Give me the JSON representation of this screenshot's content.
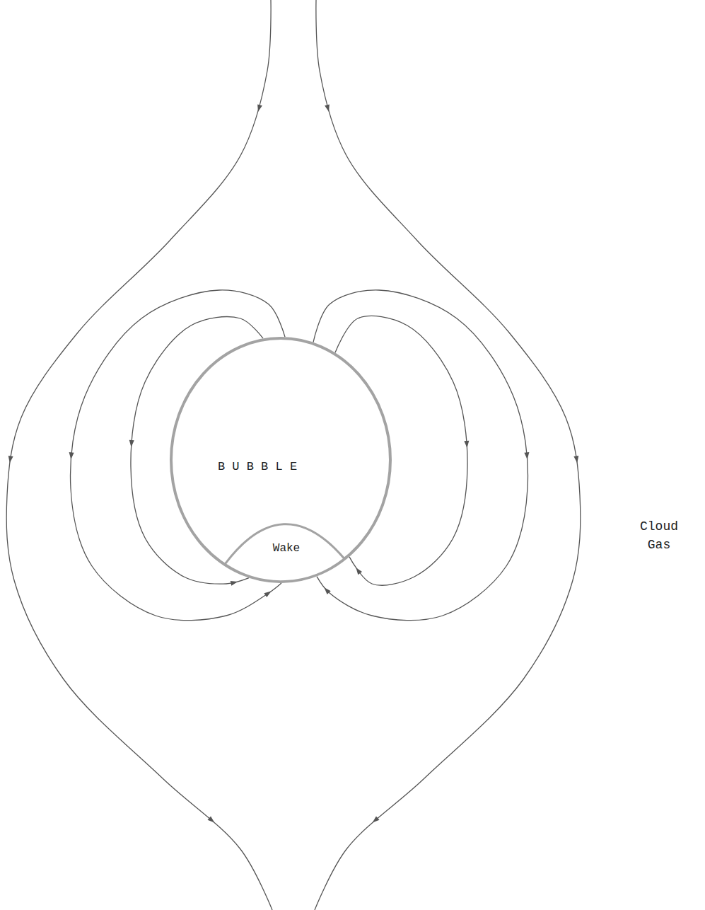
{
  "diagram": {
    "nodes": [
      {
        "text": [
          "B U B B L E"
        ]
      },
      {
        "text": [
          "Wake"
        ],
        "in": 0
      }
    ],
    "labels": [
      "Cloud Gas"
    ]
  }
}
